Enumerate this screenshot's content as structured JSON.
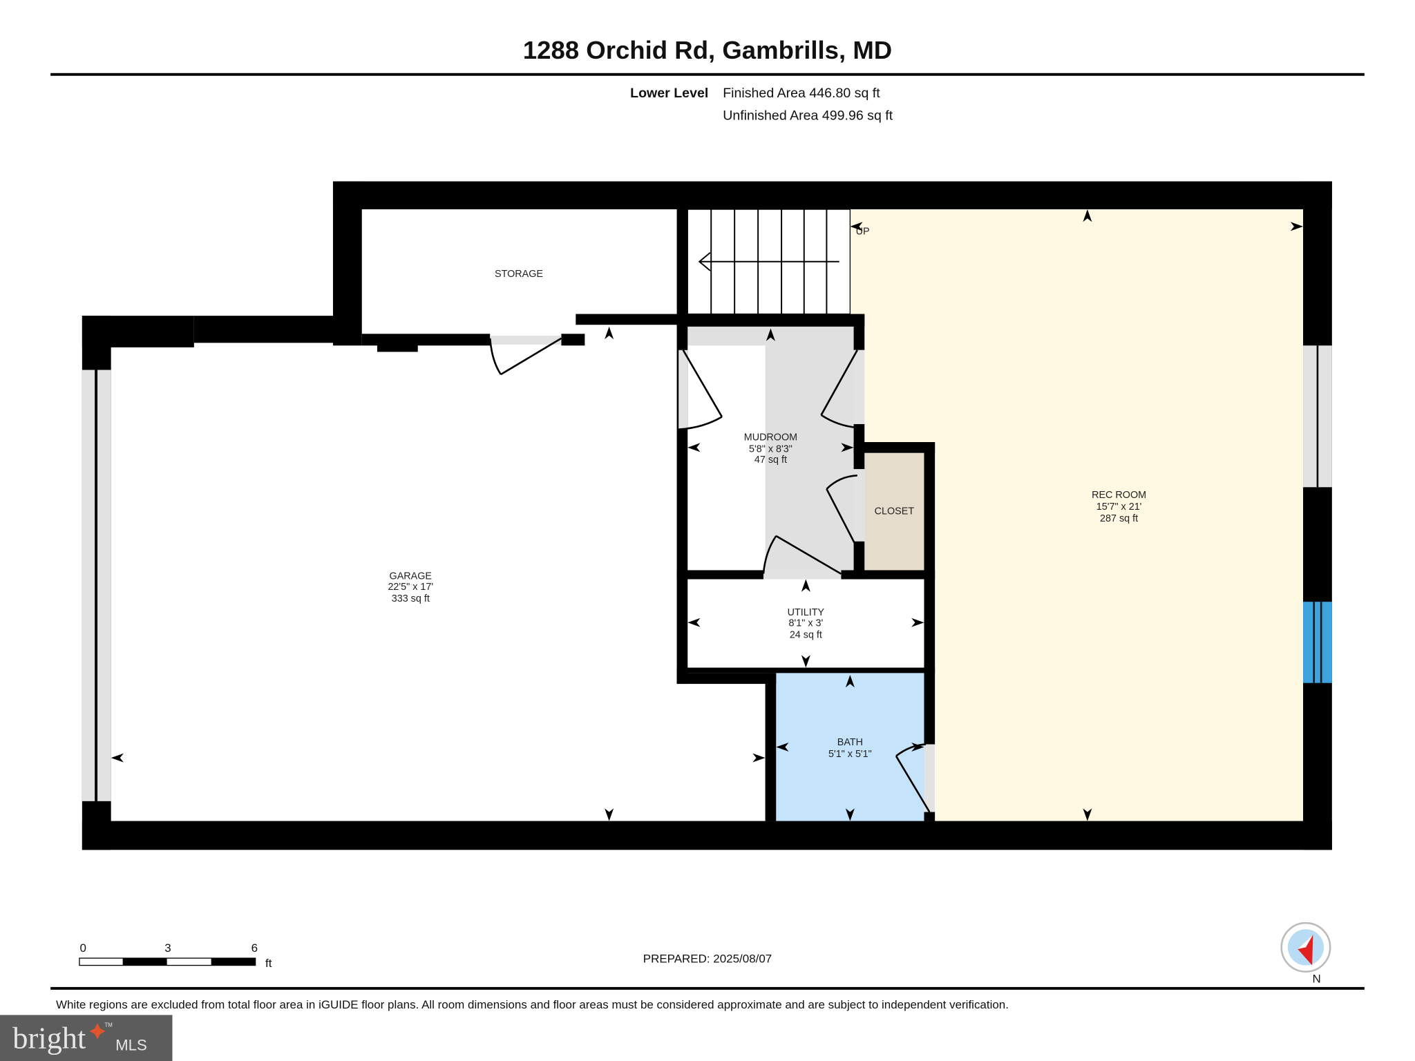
{
  "header": {
    "title": "1288 Orchid Rd, Gambrills, MD",
    "level": "Lower Level",
    "finished_area": "Finished Area 446.80 sq ft",
    "unfinished_area": "Unfinished Area 499.96 sq ft"
  },
  "rooms": {
    "storage": {
      "name": "STORAGE"
    },
    "garage": {
      "name": "GARAGE",
      "dims": "22'5\" x 17'",
      "area": "333 sq ft"
    },
    "mudroom": {
      "name": "MUDROOM",
      "dims": "5'8\" x 8'3\"",
      "area": "47 sq ft"
    },
    "closet": {
      "name": "CLOSET"
    },
    "utility": {
      "name": "UTILITY",
      "dims": "8'1\" x 3'",
      "area": "24 sq ft"
    },
    "bath": {
      "name": "BATH",
      "dims": "5'1\" x 5'1\""
    },
    "rec_room": {
      "name": "REC ROOM",
      "dims": "15'7\" x 21'",
      "area": "287 sq ft"
    },
    "stairs": {
      "label": "UP"
    }
  },
  "colors": {
    "mudroom": "#e0e0e0",
    "closet": "#e6dccb",
    "bath": "#c5e4fb",
    "rec_room": "#fff8e3",
    "window": "#e2e2e2",
    "window_blue": "#3fa3e0",
    "logo_bg": "#5c5c5c",
    "logo_accent": "#e0552b"
  },
  "scale_bar": {
    "ticks": [
      "0",
      "3",
      "6"
    ],
    "unit": "ft"
  },
  "prepared": "PREPARED: 2025/08/07",
  "compass": {
    "label": "N",
    "icon": "compass-icon"
  },
  "disclaimer": "White regions are excluded from total floor area in iGUIDE floor plans. All room dimensions and floor areas must be considered approximate and are subject to independent verification.",
  "logo": {
    "text": "bright",
    "suffix": "MLS",
    "tm": "TM"
  }
}
